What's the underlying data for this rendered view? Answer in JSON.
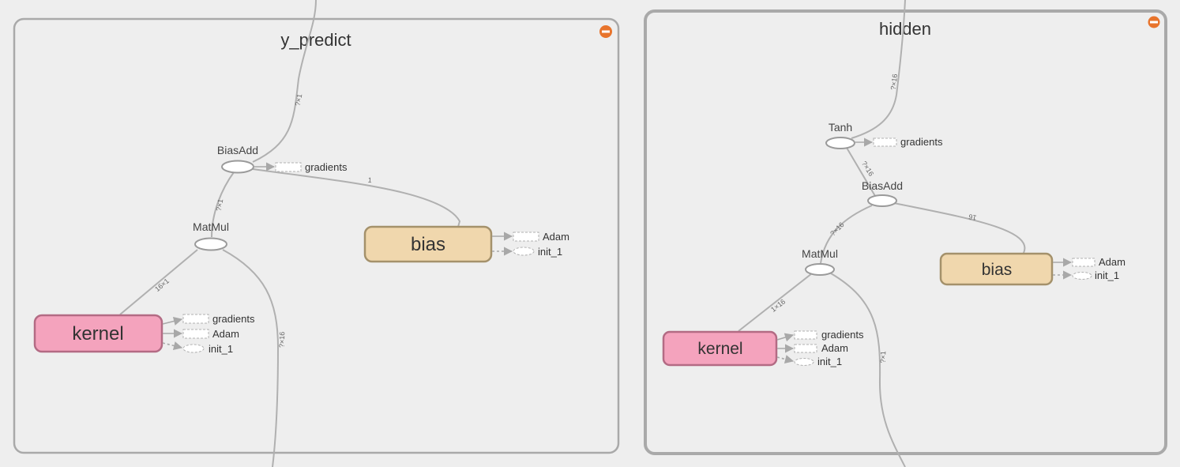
{
  "panels": [
    {
      "title": "y_predict",
      "ops": {
        "biasadd": "BiasAdd",
        "matmul": "MatMul"
      },
      "kernel": {
        "label": "kernel",
        "outputs": [
          "gradients",
          "Adam",
          "init_1"
        ]
      },
      "bias": {
        "label": "bias",
        "outputs": [
          "Adam",
          "init_1"
        ]
      },
      "biasadd_outputs": [
        "gradients"
      ],
      "edge_labels": {
        "top": "?×1",
        "bias_edge": "1",
        "matmul_biasadd": "?×1",
        "kernel_matmul": "16×1",
        "input": "?×16"
      },
      "collapse_icon": "minus-circle-icon"
    },
    {
      "title": "hidden",
      "ops": {
        "tanh": "Tanh",
        "biasadd": "BiasAdd",
        "matmul": "MatMul"
      },
      "kernel": {
        "label": "kernel",
        "outputs": [
          "gradients",
          "Adam",
          "init_1"
        ]
      },
      "bias": {
        "label": "bias",
        "outputs": [
          "Adam",
          "init_1"
        ]
      },
      "tanh_outputs": [
        "gradients"
      ],
      "edge_labels": {
        "top": "?×16",
        "tanh_biasadd": "?×16",
        "bias_edge": "16",
        "matmul_biasadd": "?×16",
        "kernel_matmul": "1×16",
        "input": "?×1"
      },
      "collapse_icon": "minus-circle-icon"
    }
  ],
  "colors": {
    "background": "#eeeeee",
    "panel_border": "#a9a9a9",
    "kernel_fill": "#f4a3bd",
    "bias_fill": "#f0d7ad",
    "collapse_icon": "#e8742c"
  }
}
